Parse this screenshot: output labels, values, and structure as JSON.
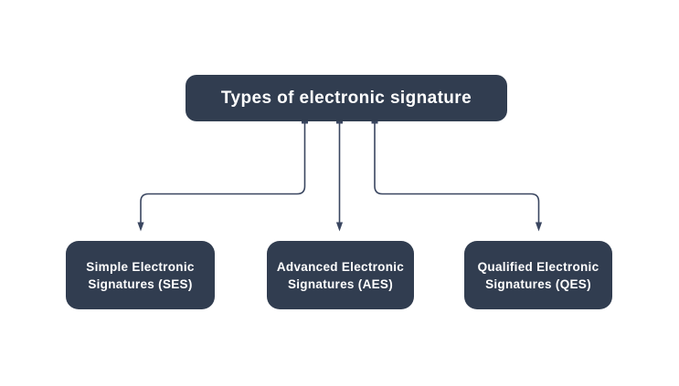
{
  "diagram": {
    "root": {
      "label": "Types of electronic signature"
    },
    "nodes": [
      {
        "id": "ses",
        "line1": "Simple Electronic",
        "line2": "Signatures (SES)"
      },
      {
        "id": "aes",
        "line1": "Advanced Electronic",
        "line2": "Signatures (AES)"
      },
      {
        "id": "qes",
        "line1": "Qualified Electronic",
        "line2": "Signatures (QES)"
      }
    ],
    "colors": {
      "node_fill": "#313d50",
      "connector": "#3a4660",
      "text": "#ffffff",
      "background": "#ffffff"
    }
  }
}
